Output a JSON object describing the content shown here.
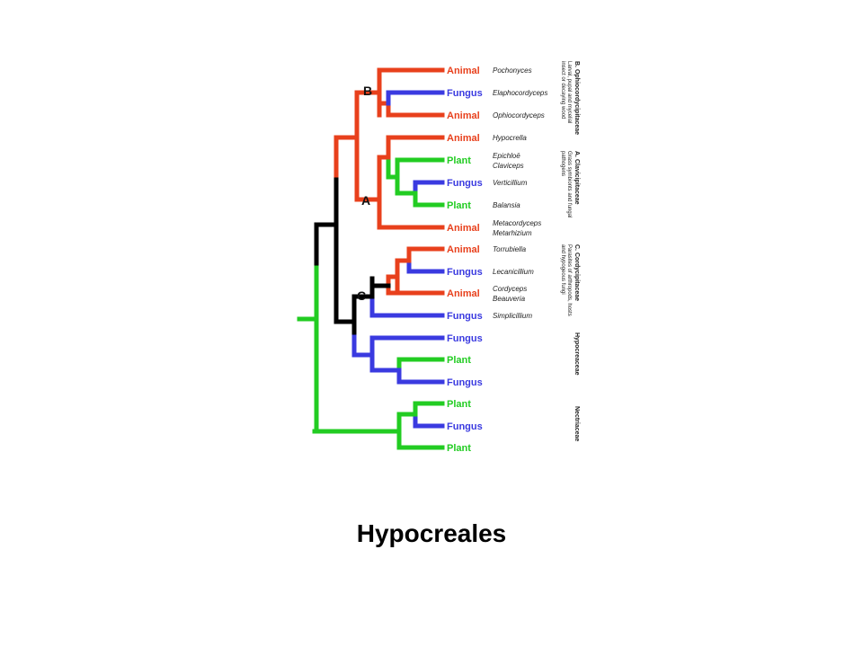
{
  "colors": {
    "animal": "#e8401c",
    "fungus": "#3a3ae0",
    "plant": "#22cc22",
    "stem": "#000000"
  },
  "leaves": [
    {
      "label": "Animal",
      "kind": "animal",
      "genera": [
        "Pochonyces"
      ]
    },
    {
      "label": "Fungus",
      "kind": "fungus",
      "genera": [
        "Elaphocordyceps"
      ]
    },
    {
      "label": "Animal",
      "kind": "animal",
      "genera": [
        "Ophiocordyceps"
      ]
    },
    {
      "label": "Animal",
      "kind": "animal",
      "genera": [
        "Hypocrella"
      ]
    },
    {
      "label": "Plant",
      "kind": "plant",
      "genera": [
        "Epichloë",
        "Claviceps"
      ]
    },
    {
      "label": "Fungus",
      "kind": "fungus",
      "genera": [
        "Verticillium"
      ]
    },
    {
      "label": "Plant",
      "kind": "plant",
      "genera": [
        "Balansia"
      ]
    },
    {
      "label": "Animal",
      "kind": "animal",
      "genera": [
        "Metacordyceps",
        "Metarhizium"
      ]
    },
    {
      "label": "Animal",
      "kind": "animal",
      "genera": [
        "Torrubiella"
      ]
    },
    {
      "label": "Fungus",
      "kind": "fungus",
      "genera": [
        "Lecanicillium"
      ]
    },
    {
      "label": "Animal",
      "kind": "animal",
      "genera": [
        "Cordyceps",
        "Beauveria"
      ]
    },
    {
      "label": "Fungus",
      "kind": "fungus",
      "genera": [
        "Simplicillium"
      ]
    },
    {
      "label": "Fungus",
      "kind": "fungus",
      "genera": []
    },
    {
      "label": "Plant",
      "kind": "plant",
      "genera": []
    },
    {
      "label": "Fungus",
      "kind": "fungus",
      "genera": []
    },
    {
      "label": "Plant",
      "kind": "plant",
      "genera": []
    },
    {
      "label": "Fungus",
      "kind": "fungus",
      "genera": []
    },
    {
      "label": "Plant",
      "kind": "plant",
      "genera": []
    }
  ],
  "node_letters": [
    "B",
    "A",
    "C"
  ],
  "families": [
    {
      "title": "B. Ophiocordycipitaceae",
      "sub": [
        "Larval, pupal and mycelial",
        "insect or decaying wood"
      ]
    },
    {
      "title": "A. Clavicipitaceae",
      "sub": [
        "Grass symbionts and fungal",
        "pathogens"
      ]
    },
    {
      "title": "C. Cordycipitaceae",
      "sub": [
        "Parasites of arthropods, hosts",
        "and hypogeous fungi"
      ]
    },
    {
      "title": "Hypocreaceae",
      "sub": []
    },
    {
      "title": "Nectriaceae",
      "sub": []
    }
  ],
  "caption": "Hypocreales"
}
